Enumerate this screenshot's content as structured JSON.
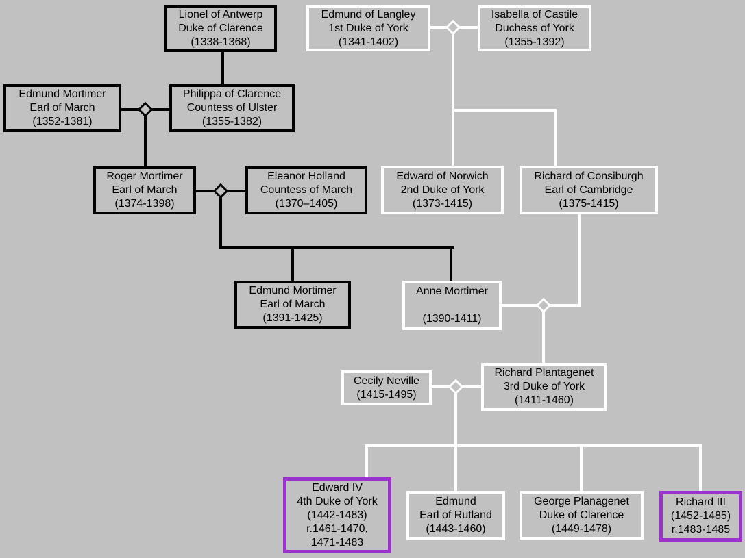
{
  "colors": {
    "background": "#c1c1c1",
    "mortimer_line_black": "#000000",
    "york_line_white": "#ffffff",
    "monarch_accent_purple": "#9933cc",
    "text": "#000000"
  },
  "persons": [
    {
      "id": "lionel-of-antwerp",
      "border": "black",
      "lines": [
        "Lionel of Antwerp",
        "Duke of Clarence",
        "(1338-1368)"
      ]
    },
    {
      "id": "edmund-of-langley",
      "border": "white",
      "lines": [
        "Edmund of Langley",
        "1st Duke of York",
        "(1341-1402)"
      ]
    },
    {
      "id": "isabella-of-castile",
      "border": "white",
      "lines": [
        "Isabella of Castile",
        "Duchess of York",
        "(1355-1392)"
      ]
    },
    {
      "id": "edmund-mortimer-1352",
      "border": "black",
      "lines": [
        "Edmund Mortimer",
        "Earl of March",
        "(1352-1381)"
      ]
    },
    {
      "id": "philippa-of-clarence",
      "border": "black",
      "lines": [
        "Philippa of Clarence",
        "Countess of Ulster",
        "(1355-1382)"
      ]
    },
    {
      "id": "roger-mortimer",
      "border": "black",
      "lines": [
        "Roger Mortimer",
        "Earl of March",
        "(1374-1398)"
      ]
    },
    {
      "id": "eleanor-holland",
      "border": "black",
      "lines": [
        "Eleanor Holland",
        "Countess of March",
        "(1370–1405)"
      ]
    },
    {
      "id": "edward-of-norwich",
      "border": "white",
      "lines": [
        "Edward of Norwich",
        "2nd Duke of York",
        "(1373-1415)"
      ]
    },
    {
      "id": "richard-of-consiburgh",
      "border": "white",
      "lines": [
        "Richard of Consiburgh",
        "Earl of Cambridge",
        "(1375-1415)"
      ]
    },
    {
      "id": "edmund-mortimer-1391",
      "border": "black",
      "lines": [
        "Edmund Mortimer",
        "Earl of March",
        "(1391-1425)"
      ]
    },
    {
      "id": "anne-mortimer",
      "border": "white",
      "lines": [
        "Anne Mortimer",
        "",
        "(1390-1411)"
      ]
    },
    {
      "id": "cecily-neville",
      "border": "white",
      "lines": [
        "Cecily Neville",
        "(1415-1495)"
      ]
    },
    {
      "id": "richard-plantagenet",
      "border": "white",
      "lines": [
        "Richard Plantagenet",
        "3rd Duke of York",
        "(1411-1460)"
      ]
    },
    {
      "id": "edward-iv",
      "border": "purple",
      "lines": [
        "Edward IV",
        "4th Duke of York",
        "(1442-1483)",
        "r.1461-1470,",
        "1471-1483"
      ]
    },
    {
      "id": "edmund-of-rutland",
      "border": "white",
      "lines": [
        "Edmund",
        "Earl of Rutland",
        "(1443-1460)"
      ]
    },
    {
      "id": "george-planagenet",
      "border": "white",
      "lines": [
        "George Planagenet",
        "Duke of Clarence",
        "(1449-1478)"
      ]
    },
    {
      "id": "richard-iii",
      "border": "purple",
      "lines": [
        "Richard III",
        "(1452-1485)",
        "r.1483-1485"
      ]
    }
  ],
  "relationships": {
    "marriages": [
      [
        "edmund-mortimer-1352",
        "philippa-of-clarence"
      ],
      [
        "roger-mortimer",
        "eleanor-holland"
      ],
      [
        "edmund-of-langley",
        "isabella-of-castile"
      ],
      [
        "anne-mortimer",
        "richard-of-consiburgh"
      ],
      [
        "cecily-neville",
        "richard-plantagenet"
      ]
    ],
    "parent_child": [
      [
        "lionel-of-antwerp",
        "philippa-of-clarence"
      ],
      [
        "edmund-mortimer-1352+philippa-of-clarence",
        "roger-mortimer"
      ],
      [
        "roger-mortimer+eleanor-holland",
        "edmund-mortimer-1391"
      ],
      [
        "roger-mortimer+eleanor-holland",
        "anne-mortimer"
      ],
      [
        "edmund-of-langley+isabella-of-castile",
        "edward-of-norwich"
      ],
      [
        "edmund-of-langley+isabella-of-castile",
        "richard-of-consiburgh"
      ],
      [
        "anne-mortimer+richard-of-consiburgh",
        "richard-plantagenet"
      ],
      [
        "cecily-neville+richard-plantagenet",
        "edward-iv"
      ],
      [
        "cecily-neville+richard-plantagenet",
        "edmund-of-rutland"
      ],
      [
        "cecily-neville+richard-plantagenet",
        "george-planagenet"
      ],
      [
        "cecily-neville+richard-plantagenet",
        "richard-iii"
      ]
    ]
  }
}
